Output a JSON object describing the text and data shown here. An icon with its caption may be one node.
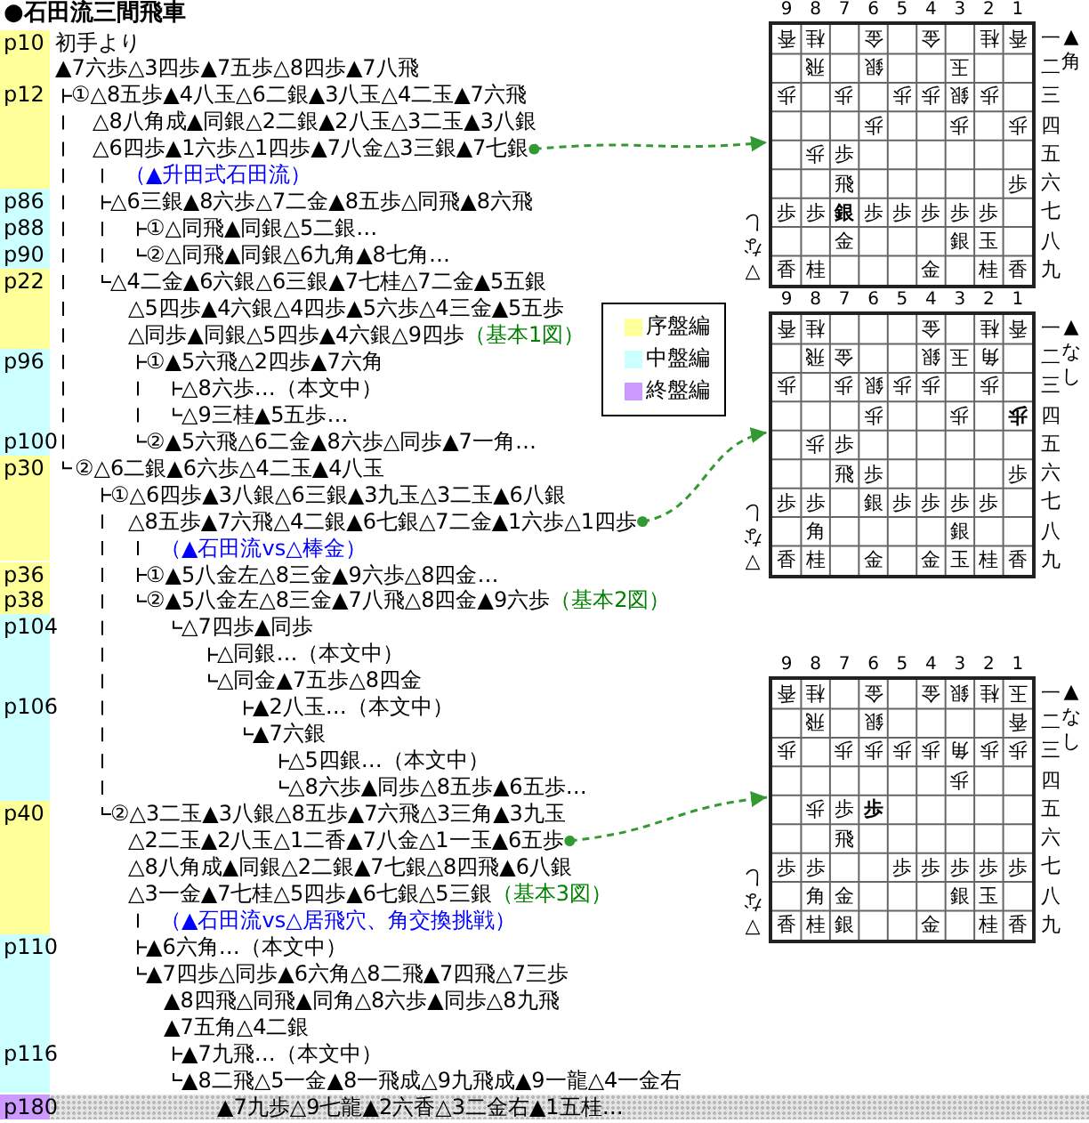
{
  "diagram": {
    "title": "●石田流三間飛車",
    "nodes": [
      {
        "text": [
          "△6四歩▲1六歩△1四歩▲7八金△3三銀▲7七銀"
        ]
      },
      {
        "text": [
          "香",
          "桂",
          "金",
          "金",
          "桂",
          "香",
          "飛",
          "銀",
          "玉",
          "歩",
          "歩",
          "歩",
          "歩",
          "銀",
          "歩",
          "歩",
          "歩",
          "歩",
          "歩",
          "歩",
          "飛",
          "歩",
          "歩",
          "歩",
          "銀",
          "歩",
          "歩",
          "歩",
          "歩",
          "歩",
          "金",
          "銀",
          "玉",
          "香",
          "桂",
          "金",
          "桂",
          "香"
        ],
        "beside": [
          "9",
          "8",
          "7",
          "6",
          "5",
          "4",
          "3",
          "2",
          "1",
          "一",
          "二",
          "三",
          "四",
          "五",
          "六",
          "七",
          "八",
          "九",
          "▲角",
          "▽なし"
        ]
      },
      {
        "text": [
          "△8五歩▲7六飛△4二銀▲6七銀△7二金▲1六歩△1四歩"
        ]
      },
      {
        "text": [
          "香",
          "桂",
          "金",
          "桂",
          "香",
          "飛",
          "金",
          "銀",
          "玉",
          "角",
          "歩",
          "歩",
          "銀",
          "歩",
          "歩",
          "歩",
          "歩",
          "歩",
          "歩",
          "歩",
          "歩",
          "飛",
          "歩",
          "歩",
          "歩",
          "歩",
          "銀",
          "歩",
          "歩",
          "歩",
          "歩",
          "角",
          "銀",
          "香",
          "桂",
          "金",
          "金",
          "玉",
          "桂",
          "香"
        ],
        "beside": [
          "9",
          "8",
          "7",
          "6",
          "5",
          "4",
          "3",
          "2",
          "1",
          "一",
          "二",
          "三",
          "四",
          "五",
          "六",
          "七",
          "八",
          "九",
          "▲なし",
          "▽なし"
        ]
      },
      {
        "text": [
          "△2二玉▲2八玉△1二香▲7八金△1一玉▲6五歩"
        ]
      },
      {
        "text": [
          "香",
          "桂",
          "金",
          "金",
          "銀",
          "桂",
          "玉",
          "飛",
          "銀",
          "香",
          "歩",
          "歩",
          "歩",
          "歩",
          "歩",
          "角",
          "歩",
          "歩",
          "歩",
          "歩",
          "歩",
          "歩",
          "飛",
          "歩",
          "歩",
          "歩",
          "歩",
          "歩",
          "歩",
          "歩",
          "角",
          "金",
          "銀",
          "玉",
          "香",
          "桂",
          "銀",
          "金",
          "桂",
          "香"
        ],
        "beside": [
          "9",
          "8",
          "7",
          "6",
          "5",
          "4",
          "3",
          "2",
          "1",
          "一",
          "二",
          "三",
          "四",
          "五",
          "六",
          "七",
          "八",
          "九",
          "▲なし",
          "▽なし"
        ]
      }
    ],
    "edges": [
      {
        "from": 0,
        "to": 1,
        "arrow": "to",
        "style": "dashed"
      },
      {
        "from": 2,
        "to": 3,
        "arrow": "to",
        "style": "dashed"
      },
      {
        "from": 4,
        "to": 5,
        "arrow": "to",
        "style": "dashed"
      }
    ],
    "labels": [
      "p10",
      "初手より",
      "▲7六歩△3四歩▲7五歩△8四歩▲7八飛",
      "p12",
      "①△8五歩▲4八玉△6二銀▲3八玉△4二玉▲7六飛",
      "△8八角成▲同銀△2二銀▲2八玉△3二玉▲3八銀",
      "（▲升田式石田流）",
      "p86",
      "△6三銀▲8六歩△7二金▲8五歩△同飛▲8六飛",
      "p88",
      "①△同飛▲同銀△5二銀…",
      "p90",
      "②△同飛▲同銀△6九角▲8七角…",
      "p22",
      "△4二金▲6六銀△6三銀▲7七桂△7二金▲5五銀",
      "△5四歩▲4六銀△4四歩▲5六歩△4三金▲5五歩",
      "△同歩▲同銀△5四歩▲4六銀△9四歩",
      "（基本1図）",
      "p96",
      "①▲5六飛△2四歩▲7六角",
      "△8六歩…（本文中）",
      "△9三桂▲5五歩…",
      "p100",
      "②▲5六飛△6二金▲8六歩△同歩▲7一角…",
      "p30",
      "②△6二銀▲6六歩△4二玉▲4八玉",
      "①△6四歩▲3八銀△6三銀▲3九玉△3二玉▲6八銀",
      "（▲石田流vs△棒金）",
      "p36",
      "①▲5八金左△8三金▲9六歩△8四金…",
      "p38",
      "②▲5八金左△8三金▲7八飛△8四金▲9六歩",
      "（基本2図）",
      "p104",
      "△7四歩▲同歩",
      "△同銀…（本文中）",
      "△同金▲7五歩△8四金",
      "p106",
      "▲2八玉…（本文中）",
      "▲7六銀",
      "△5四銀…（本文中）",
      "△8六歩▲同歩△8五歩▲6五歩…",
      "p40",
      "②△3二玉▲3八銀△8五歩▲7六飛△3三角▲3九玉",
      "△8八角成▲同銀△2二銀▲7七銀△8四飛▲6八銀",
      "△3一金▲7七桂△5四歩▲6七銀△5三銀",
      "（基本3図）",
      "（▲石田流vs△居飛穴、角交換挑戦）",
      "p110",
      "▲6六角…（本文中）",
      "▲7四歩△同歩▲6六角△8二飛▲7四飛△7三歩",
      "▲8四飛△同飛▲同角△8六歩▲同歩△8九飛",
      "▲7五角△4二銀",
      "p116",
      "▲7九飛…（本文中）",
      "▲8二飛△5一金▲8一飛成△9九飛成▲9一龍△4一金右",
      "p180",
      "▲7九歩△9七龍▲2六香△3二金右▲1五桂…"
    ],
    "legend": [
      {
        "text": "序盤編",
        "color": "#ffff99"
      },
      {
        "text": "中盤編",
        "color": "#ccffff"
      },
      {
        "text": "終盤編",
        "color": "#cc99ff"
      }
    ]
  }
}
